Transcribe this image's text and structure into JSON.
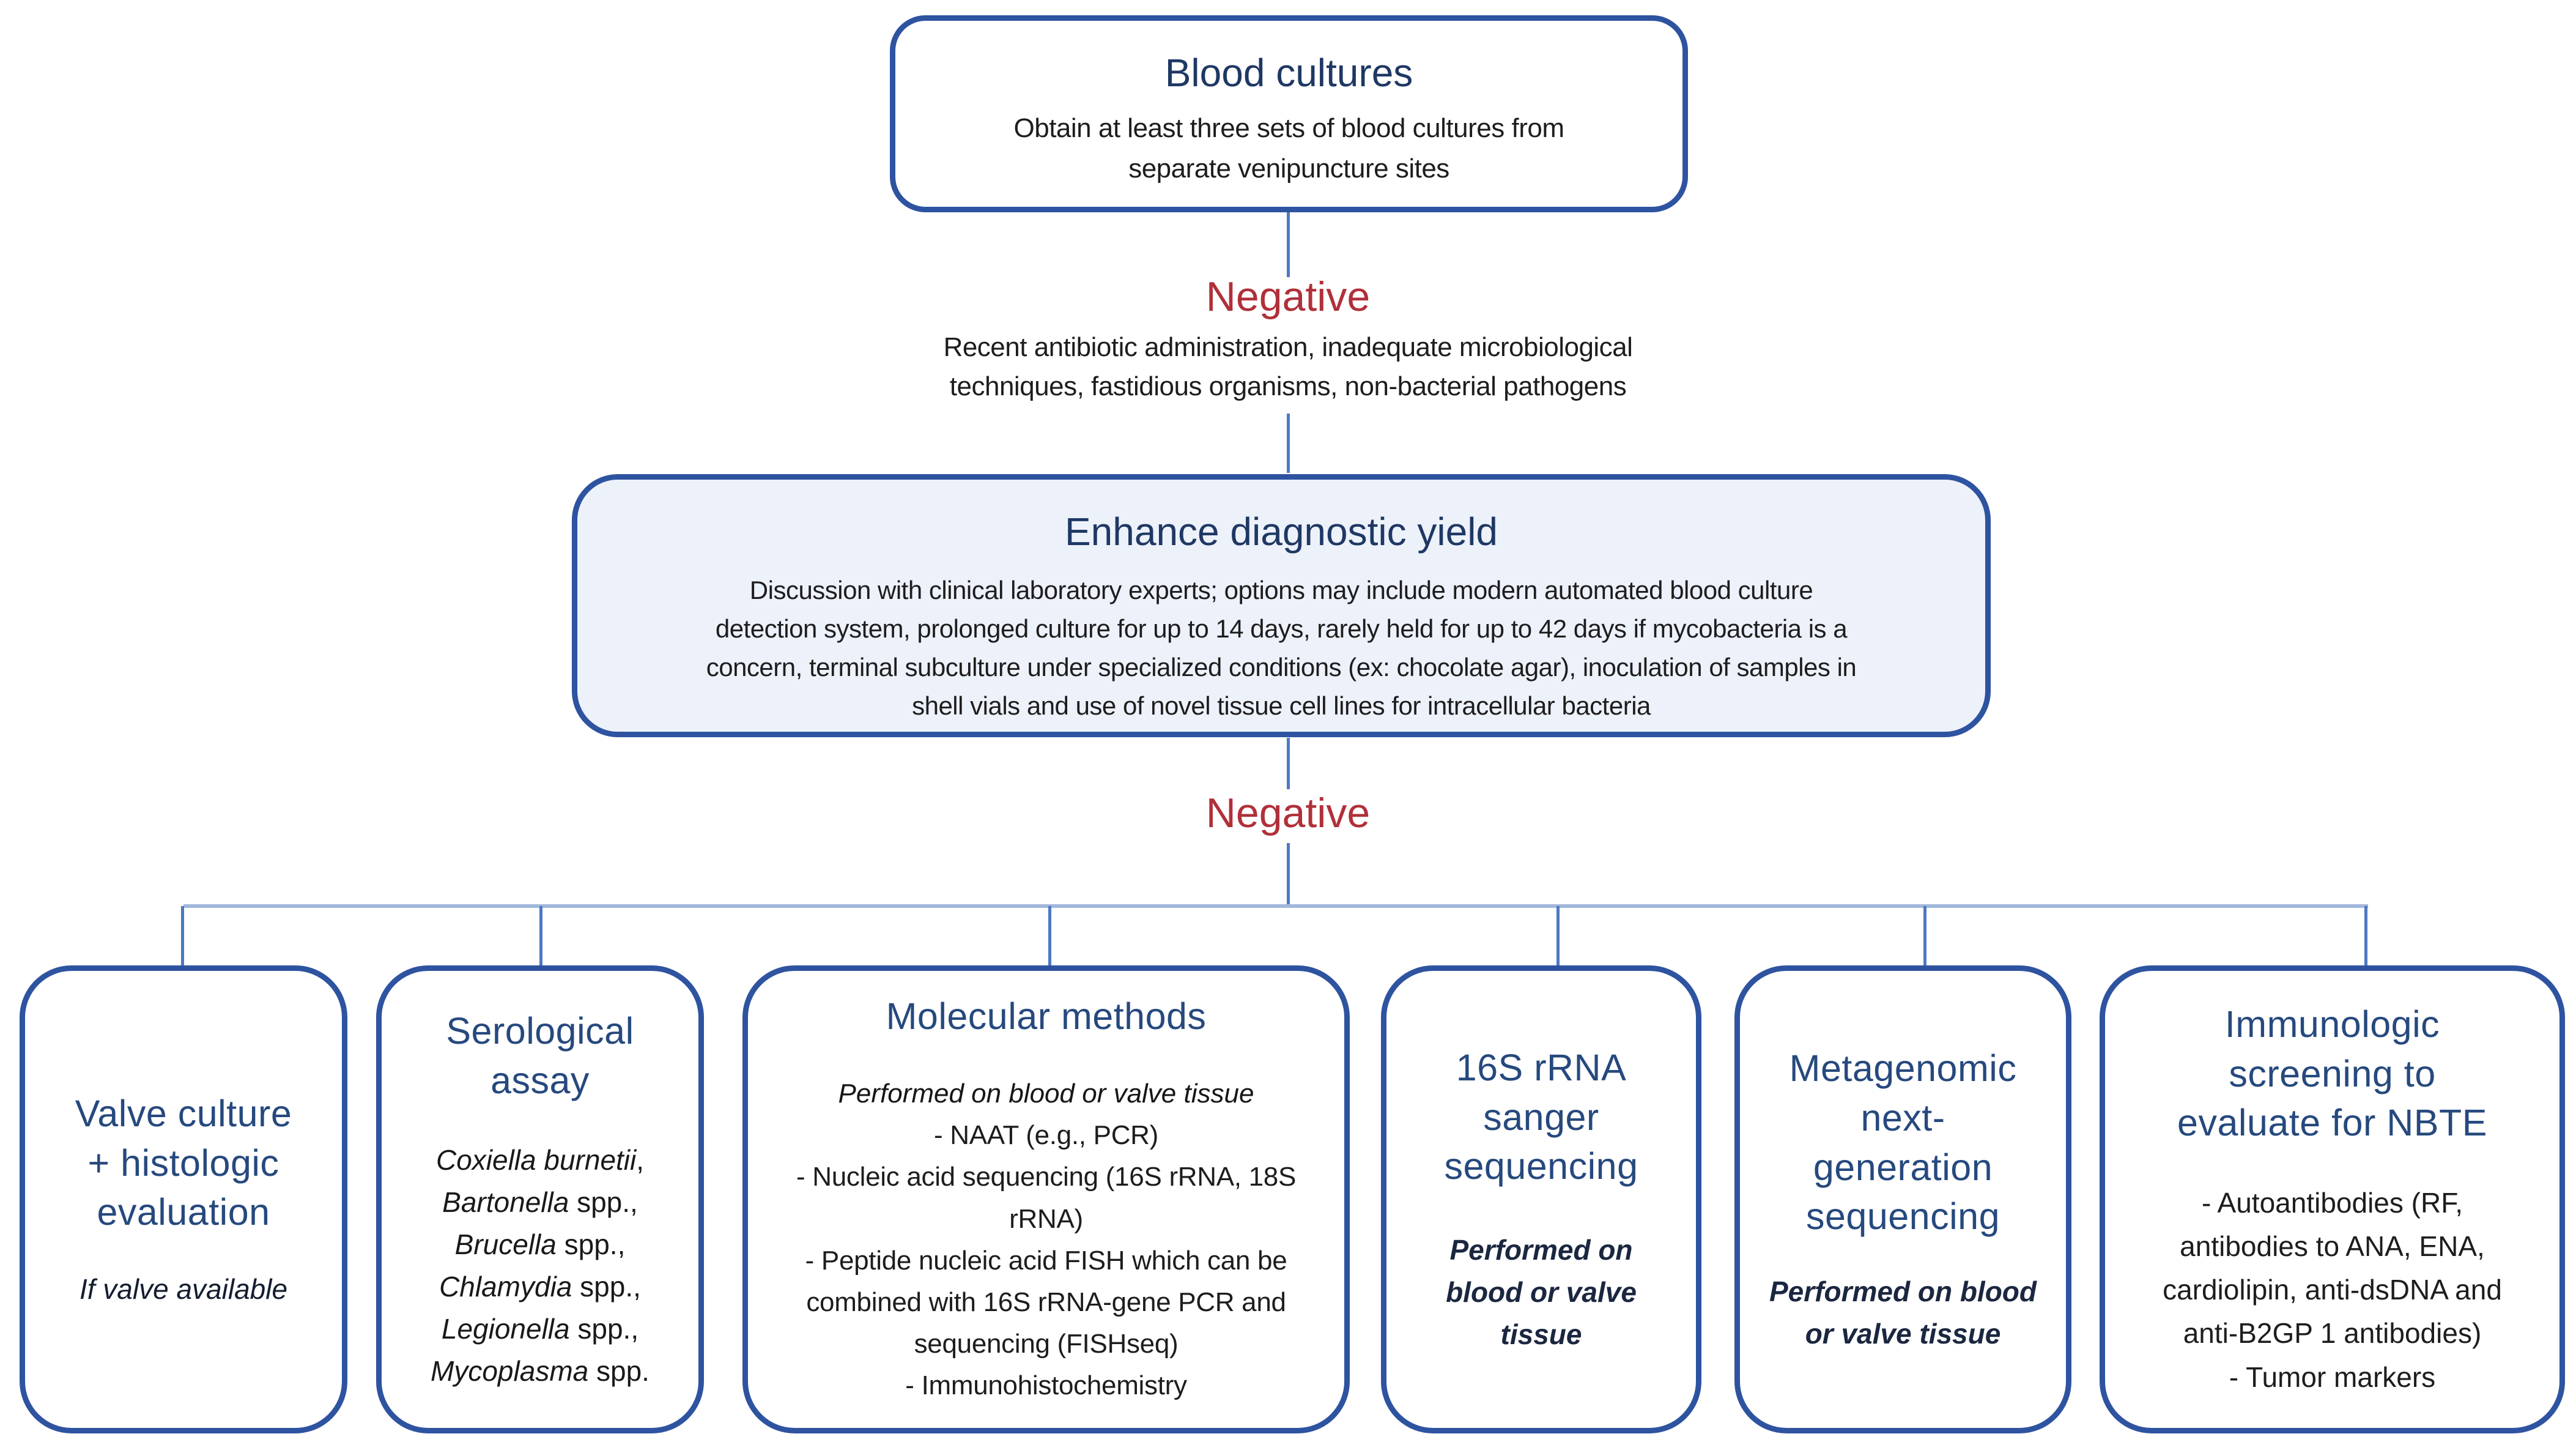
{
  "palette": {
    "box_border_blue": "#2e53a0",
    "title_navy": "#1f3864",
    "branch_title_navy": "#26497e",
    "negative_red": "#b0303a",
    "enhance_fill_light_blue": "#edf1fa",
    "connector_medium_blue": "#4d79c2",
    "connector_light_blue": "#a2b7dc",
    "body_text": "#1d1d1d"
  },
  "flow": {
    "blood_cultures": {
      "title": "Blood cultures",
      "body": "Obtain at least three sets of blood cultures from\nseparate venipuncture sites"
    },
    "negative1": {
      "label": "Negative",
      "description": "Recent antibiotic administration, inadequate microbiological\ntechniques, fastidious organisms, non-bacterial pathogens"
    },
    "enhance": {
      "title": "Enhance diagnostic yield",
      "body": "Discussion with clinical laboratory experts; options may include modern automated blood culture\ndetection system, prolonged culture for up to 14 days, rarely held for up to 42 days if mycobacteria is a\nconcern, terminal subculture under specialized conditions (ex: chocolate agar), inoculation of samples in\nshell vials and use of novel tissue cell lines for intracellular bacteria"
    },
    "negative2": {
      "label": "Negative"
    },
    "branches": [
      {
        "id": "valve-culture",
        "title": "Valve culture\n+ histologic\nevaluation",
        "note": "If valve available"
      },
      {
        "id": "serological-assay",
        "title": "Serological\nassay",
        "organisms": [
          {
            "italic": "Coxiella burnetii",
            "rest": ","
          },
          {
            "italic": "Bartonella",
            "rest": " spp.,"
          },
          {
            "italic": "Brucella",
            "rest": " spp.,"
          },
          {
            "italic": "Chlamydia",
            "rest": " spp.,"
          },
          {
            "italic": "Legionella",
            "rest": " spp.,"
          },
          {
            "italic": "Mycoplasma",
            "rest": " spp."
          }
        ]
      },
      {
        "id": "molecular-methods",
        "title": "Molecular methods",
        "note": "Performed on blood or valve tissue",
        "bullets": [
          "NAAT (e.g., PCR)",
          "Nucleic acid sequencing (16S rRNA, 18S\nrRNA)",
          "Peptide nucleic acid FISH which can be\ncombined with 16S rRNA-gene PCR and\nsequencing (FISHseq)",
          "Immunohistochemistry"
        ]
      },
      {
        "id": "16s-rrna-sanger-sequencing",
        "title": "16S rRNA\nsanger\nsequencing",
        "note": "Performed on\nblood or valve\ntissue"
      },
      {
        "id": "metagenomic-ngs",
        "title": "Metagenomic\nnext-\ngeneration\nsequencing",
        "note": "Performed on blood\nor valve tissue"
      },
      {
        "id": "immunologic-screening",
        "title": "Immunologic\nscreening to\nevaluate for NBTE",
        "bullets": [
          "Autoantibodies (RF,\nantibodies to ANA, ENA,\ncardiolipin, anti-dsDNA and\nanti-B2GP 1 antibodies)",
          "Tumor markers"
        ]
      }
    ]
  }
}
